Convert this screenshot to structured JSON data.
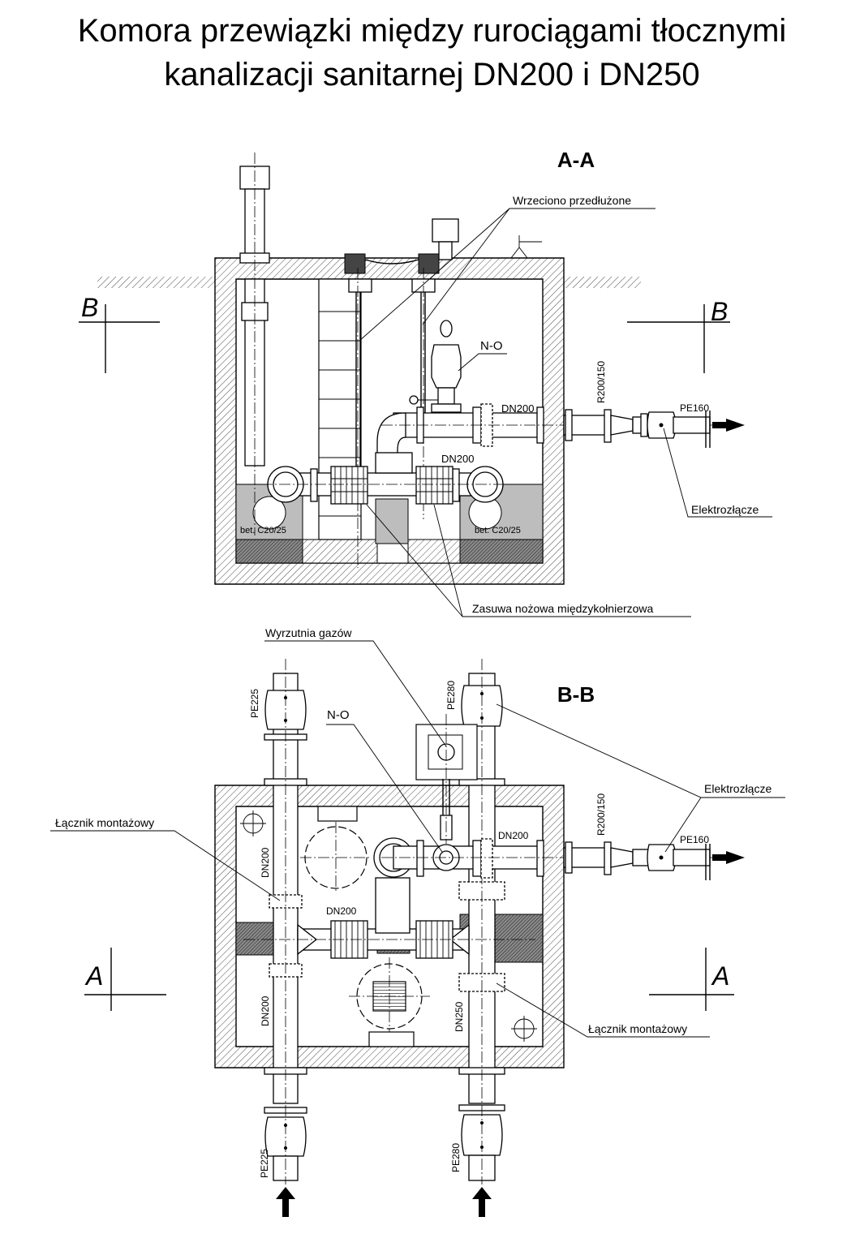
{
  "title": {
    "line1": "Komora przewiązki między rurociągami tłocznymi",
    "line2": "kanalizacji sanitarnej DN200 i DN250"
  },
  "section_aa": {
    "heading": "A-A",
    "cut_left": "B",
    "cut_right": "B",
    "labels": {
      "spindle": "Wrzeciono przedłużone",
      "no": "N-O",
      "dn200_upper": "DN200",
      "dn200_lower": "DN200",
      "reducer": "R200/150",
      "pe160": "PE160",
      "electrofusion": "Elektrozłącze",
      "concrete_left": "bet. C20/25",
      "concrete_right": "bet. C20/25",
      "knife_valve": "Zasuwa nożowa międzykołnierzowa"
    }
  },
  "section_bb": {
    "heading": "B-B",
    "cut_left": "A",
    "cut_right": "A",
    "labels": {
      "gas_vent": "Wyrzutnia gazów",
      "no": "N-O",
      "pe225_top": "PE225",
      "pe280_top": "PE280",
      "electrofusion": "Elektrozłącze",
      "coupler_left": "Łącznik montażowy",
      "coupler_right": "Łącznik montażowy",
      "reducer": "R200/150",
      "pe160": "PE160",
      "dn200_top_right": "DN200",
      "dn200_left_upper": "DN200",
      "dn200_middle": "DN200",
      "dn200_left_lower": "DN200",
      "dn250": "DN250",
      "pe225_bottom": "PE225",
      "pe280_bottom": "PE280"
    }
  }
}
